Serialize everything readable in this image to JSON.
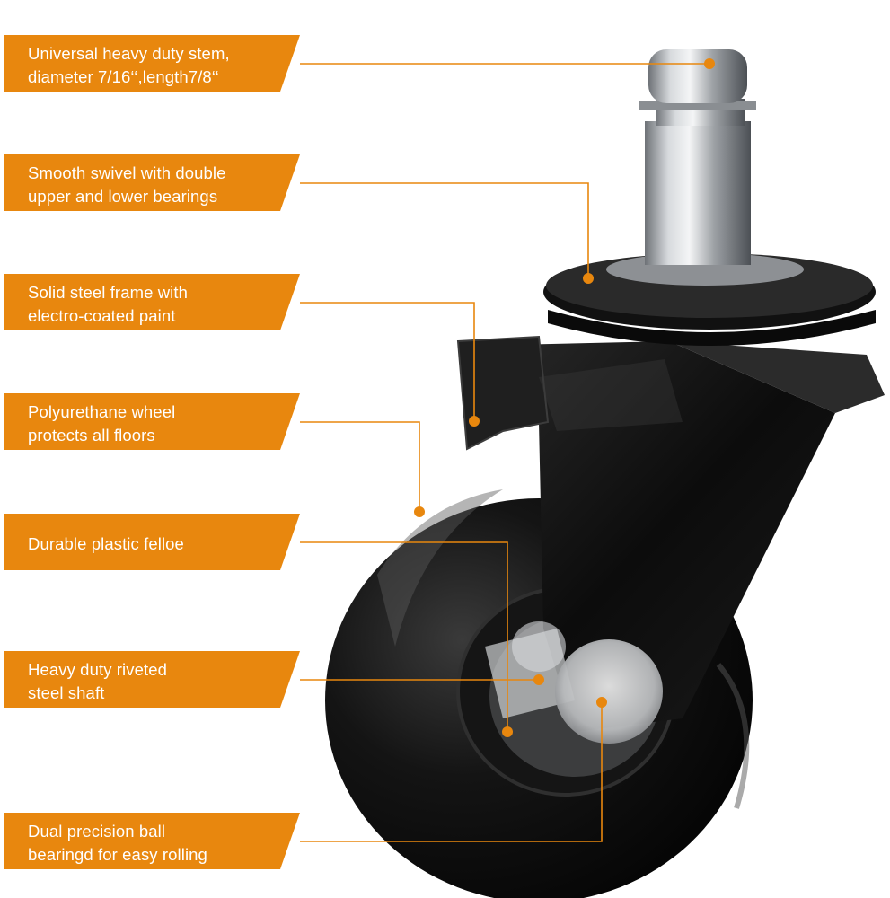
{
  "theme": {
    "accent": "#e8870e",
    "leader_line": "#e8870e",
    "wheel": "#0b0b0b",
    "stem": "#b9bcc0"
  },
  "callouts": [
    {
      "id": "stem",
      "lines": [
        "Universal heavy duty stem,",
        "diameter 7/16‘‘,length7/8‘‘"
      ]
    },
    {
      "id": "swivel",
      "lines": [
        "Smooth swivel with double",
        "upper and lower bearings"
      ]
    },
    {
      "id": "frame",
      "lines": [
        "Solid steel frame with",
        "electro-coated paint"
      ]
    },
    {
      "id": "wheel",
      "lines": [
        "Polyurethane wheel",
        "protects all floors"
      ]
    },
    {
      "id": "felloe",
      "lines": [
        "Durable plastic felloe"
      ]
    },
    {
      "id": "shaft",
      "lines": [
        "Heavy duty riveted",
        "steel shaft"
      ]
    },
    {
      "id": "bearings",
      "lines": [
        "Dual precision ball",
        "bearingd for easy rolling"
      ]
    }
  ],
  "product_image": {
    "icon": "chair-caster-wheel-illustration"
  }
}
